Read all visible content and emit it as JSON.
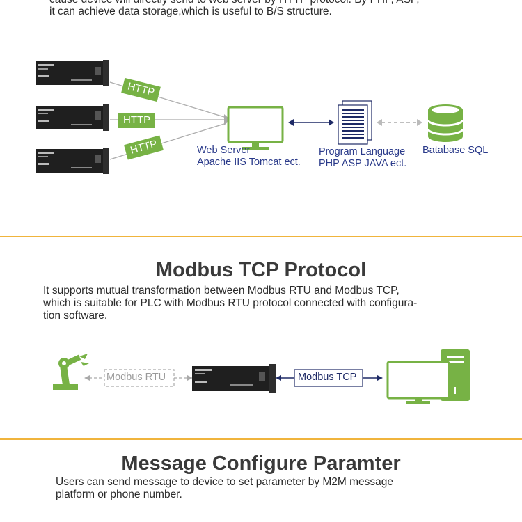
{
  "intro": {
    "line1": "cause device will directly send to web server by HTTP protocol. By PHP, ASP,",
    "line2": "it can achieve data storage,which is useful to B/S structure."
  },
  "http_diagram": {
    "http_labels": [
      "HTTP",
      "HTTP",
      "HTTP"
    ],
    "web_server": {
      "line1": "Web Server",
      "line2": "Apache IIS Tomcat ect."
    },
    "program": {
      "line1": "Program Language",
      "line2": "PHP ASP JAVA ect."
    },
    "database": "Batabase SQL"
  },
  "modbus": {
    "title": "Modbus TCP Protocol",
    "desc_line1": "It supports mutual transformation between Modbus RTU and Modbus TCP,",
    "desc_line2": "which is suitable for PLC with Modbus RTU protocol connected with configura-",
    "desc_line3": "tion software.",
    "rtu_label": "Modbus RTU",
    "tcp_label": "Modbus TCP"
  },
  "message": {
    "title": "Message Configure Paramter",
    "desc_line1": "Users can send message to device to set parameter by M2M message",
    "desc_line2": "platform or phone number."
  },
  "colors": {
    "accent_green": "#77b245",
    "divider": "#f0b43c",
    "arrow_dark": "#1e2a66",
    "label_blue": "#2a3a8a"
  }
}
